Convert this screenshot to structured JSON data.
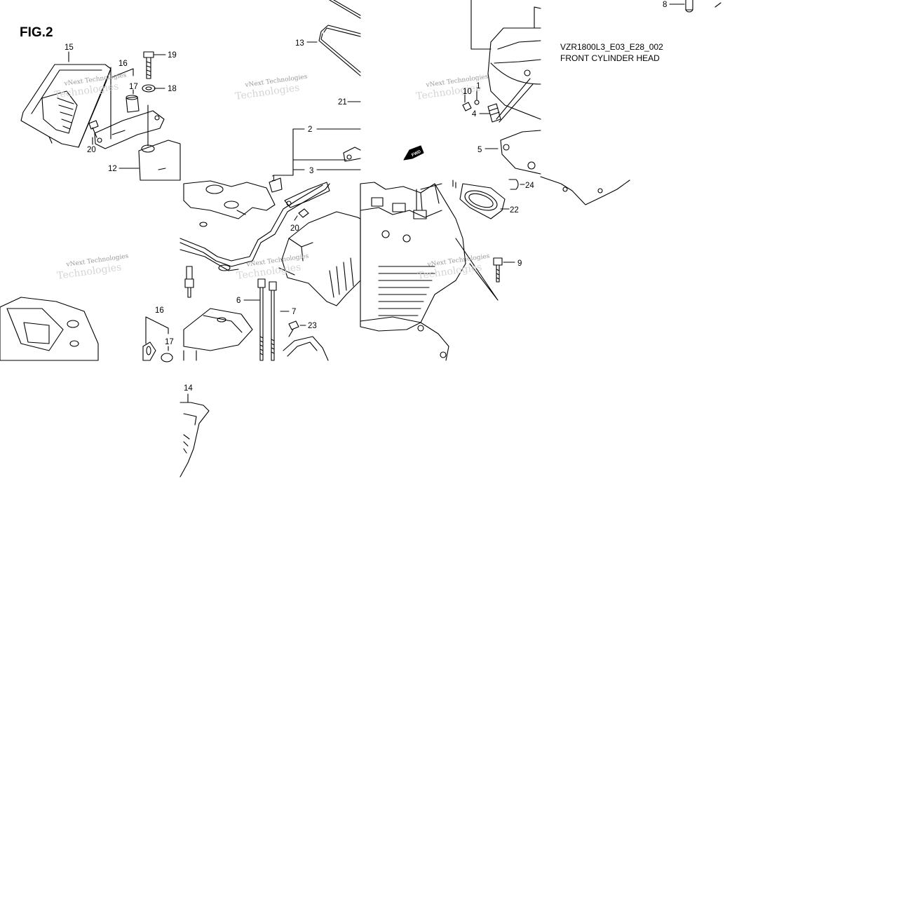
{
  "figure": {
    "title": "FIG.2",
    "code": "VZR1800L3_E03_E28_002",
    "name": "FRONT CYLINDER HEAD"
  },
  "watermark": {
    "line1": "vNext Technologies",
    "line2": "Technologies"
  },
  "callouts": [
    {
      "id": "c1a",
      "text": "1"
    },
    {
      "id": "c1b",
      "text": "1"
    },
    {
      "id": "c2",
      "text": "2"
    },
    {
      "id": "c3",
      "text": "3"
    },
    {
      "id": "c4",
      "text": "4"
    },
    {
      "id": "c5",
      "text": "5"
    },
    {
      "id": "c6",
      "text": "6"
    },
    {
      "id": "c7",
      "text": "7"
    },
    {
      "id": "c8",
      "text": "8"
    },
    {
      "id": "c9",
      "text": "9"
    },
    {
      "id": "c10",
      "text": "10"
    },
    {
      "id": "c12",
      "text": "12"
    },
    {
      "id": "c13",
      "text": "13"
    },
    {
      "id": "c14",
      "text": "14"
    },
    {
      "id": "c15",
      "text": "15"
    },
    {
      "id": "c16a",
      "text": "16"
    },
    {
      "id": "c16b",
      "text": "16"
    },
    {
      "id": "c17a",
      "text": "17"
    },
    {
      "id": "c17b",
      "text": "17"
    },
    {
      "id": "c18",
      "text": "18"
    },
    {
      "id": "c19",
      "text": "19"
    },
    {
      "id": "c20a",
      "text": "20"
    },
    {
      "id": "c20b",
      "text": "20"
    },
    {
      "id": "c21",
      "text": "21"
    },
    {
      "id": "c22",
      "text": "22"
    },
    {
      "id": "c23",
      "text": "23"
    },
    {
      "id": "c24",
      "text": "24"
    }
  ],
  "direction_marker": "FWD",
  "colors": {
    "line": "#000000",
    "background": "#ffffff",
    "watermark": "#9a9a9a"
  }
}
